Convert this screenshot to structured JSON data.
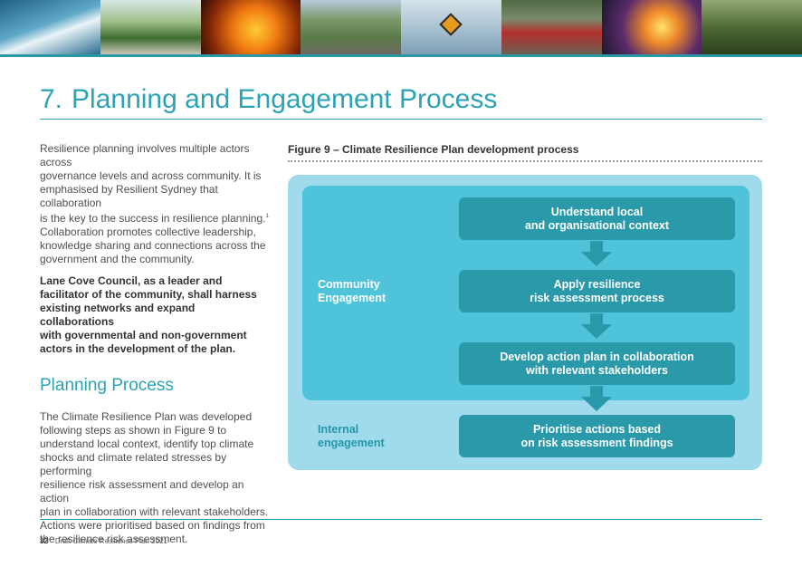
{
  "banner": {
    "photos": [
      "wave",
      "flood-house",
      "bushfire",
      "green-building",
      "flood-sign",
      "flood-car",
      "lightning-storm",
      "rainforest"
    ]
  },
  "heading": {
    "number": "7.",
    "title": "Planning and Engagement Process"
  },
  "intro": {
    "lines": [
      "Resilience planning involves multiple actors across",
      "governance levels and across community. It is",
      "emphasised by Resilient Sydney that collaboration",
      "is the key to the success in resilience planning.",
      "Collaboration promotes collective leadership,",
      "knowledge sharing and connections across the",
      "government and the community."
    ],
    "footnote_marker": "1"
  },
  "statement": {
    "lines": [
      "Lane Cove Council, as a leader and",
      "facilitator of the community, shall harness",
      "existing networks and expand collaborations",
      "with governmental and non-government",
      "actors in the development of the plan."
    ]
  },
  "planning": {
    "heading": "Planning Process",
    "lines": [
      "The Climate Resilience Plan was developed",
      "following steps as shown in Figure 9 to",
      "understand local context, identify top climate",
      "shocks and climate related stresses by performing",
      "resilience risk assessment and develop an action",
      "plan in collaboration with relevant stakeholders.",
      "Actions were prioritised based on findings from",
      "the resilience risk assessment."
    ]
  },
  "figure": {
    "title": "Figure 9 – Climate Resilience Plan development process",
    "community_label": [
      "Community",
      "Engagement"
    ],
    "internal_label": [
      "Internal",
      "engagement"
    ],
    "steps": [
      {
        "line1": "Understand local",
        "line2": "and organisational context"
      },
      {
        "line1": "Apply resilience",
        "line2": "risk assessment process"
      },
      {
        "line1": "Develop action plan in collaboration",
        "line2": "with relevant stakeholders"
      },
      {
        "line1": "Prioritise actions based",
        "line2": "on risk assessment findings"
      }
    ],
    "colors": {
      "outer": "#9fdbec",
      "inner": "#4fc3d9",
      "step": "#2a9aaa"
    }
  },
  "footer": {
    "page": "32",
    "doc_title": "Draft Climate Resilience Plan 2021"
  }
}
